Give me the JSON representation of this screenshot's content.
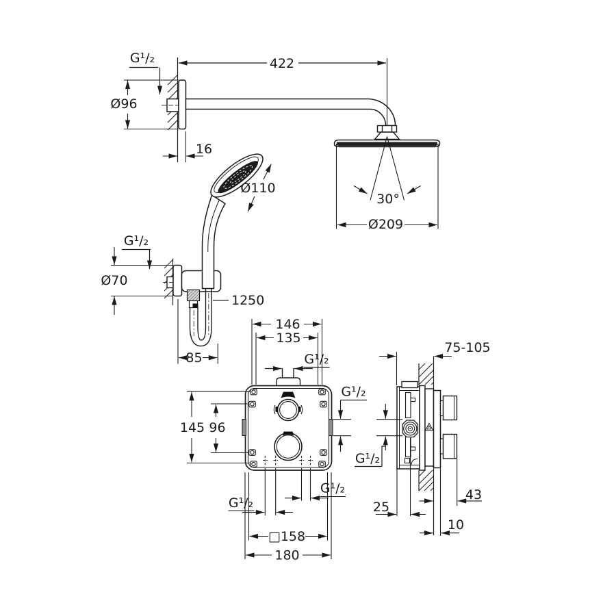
{
  "drawing": {
    "shower_arm": {
      "thread_label": "G¹/₂",
      "length": "422",
      "escutcheon_diameter": "Ø96",
      "wall_clearance": "16"
    },
    "head_shower": {
      "spray_angle": "30°",
      "diameter": "Ø209"
    },
    "hand_shower": {
      "diameter": "Ø110"
    },
    "holder_outlet": {
      "thread_label": "G¹/₂",
      "escutcheon_diameter": "Ø70",
      "hose_length": "1250",
      "offset_from_wall": "85"
    },
    "rough_in_box": {
      "hole_spacing_width": "146",
      "inner_spacing_width": "135",
      "top_port_thread": "G¹/₂",
      "side_port_thread": "G¹/₂",
      "hole_spacing_height": "145",
      "inner_spacing_height": "96",
      "bottom_left_port_thread": "G¹/₂",
      "bottom_right_port_thread": "G¹/₂",
      "wall_cutout": "□158",
      "outer_width": "180"
    },
    "side_view": {
      "installation_depth": "75-105",
      "connection_label": "G¹/₂",
      "center_offset": "25",
      "handle_projection": "43",
      "trim_plate_thickness": "10"
    },
    "colors": {
      "line": "#1a1a1a",
      "port_fill": "#909090",
      "spray_face": "#1c1c1c",
      "background": "#ffffff"
    }
  }
}
